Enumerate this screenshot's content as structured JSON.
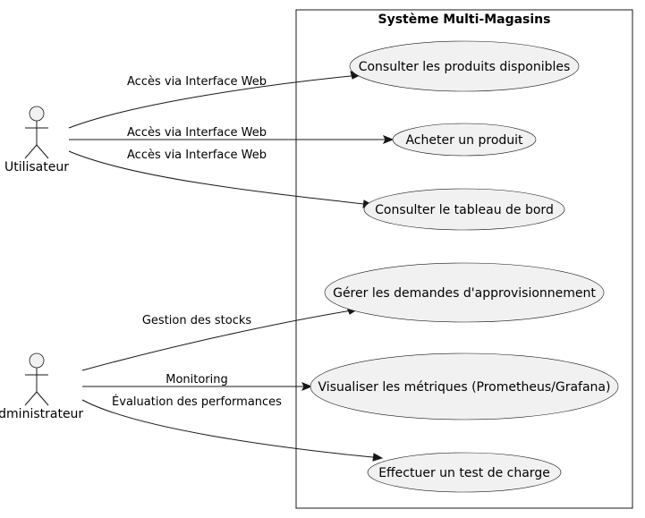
{
  "system": {
    "title": "Système Multi-Magasins"
  },
  "actors": [
    {
      "id": "user",
      "label": "Utilisateur"
    },
    {
      "id": "admin",
      "label": "Administrateur"
    }
  ],
  "use_cases": [
    {
      "id": "uc1",
      "label": "Consulter les produits disponibles"
    },
    {
      "id": "uc2",
      "label": "Acheter un produit"
    },
    {
      "id": "uc3",
      "label": "Consulter le tableau de bord"
    },
    {
      "id": "uc4",
      "label": "Gérer les demandes d'approvisionnement"
    },
    {
      "id": "uc5",
      "label": "Visualiser les métriques (Prometheus/Grafana)"
    },
    {
      "id": "uc6",
      "label": "Effectuer un test de charge"
    }
  ],
  "edges": [
    {
      "from": "user",
      "to": "uc1",
      "label": "Accès via Interface Web"
    },
    {
      "from": "user",
      "to": "uc2",
      "label": "Accès via Interface Web"
    },
    {
      "from": "user",
      "to": "uc3",
      "label": "Accès via Interface Web"
    },
    {
      "from": "admin",
      "to": "uc4",
      "label": "Gestion des stocks"
    },
    {
      "from": "admin",
      "to": "uc5",
      "label": "Monitoring"
    },
    {
      "from": "admin",
      "to": "uc6",
      "label": "Évaluation des performances"
    }
  ],
  "colors": {
    "shape_fill": "#f1f1f1",
    "stroke": "#181818",
    "background": "#ffffff"
  }
}
